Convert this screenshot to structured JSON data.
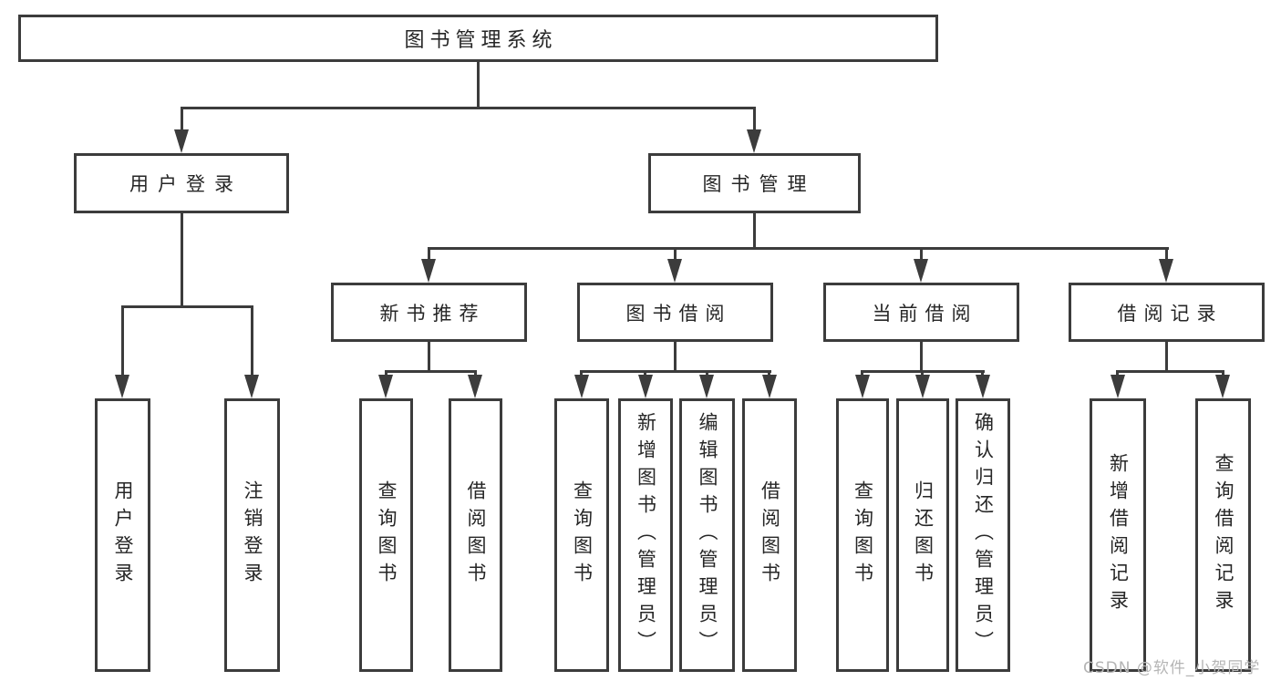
{
  "colors": {
    "line": "#3c3c3c",
    "text": "#262626",
    "background": "#ffffff",
    "watermark": "#b5b5b5"
  },
  "tree": {
    "label": "图书管理系统",
    "children": [
      {
        "label": "用户登录",
        "children": [
          {
            "label": "用户登录"
          },
          {
            "label": "注销登录"
          }
        ]
      },
      {
        "label": "图书管理",
        "children": [
          {
            "label": "新书推荐",
            "children": [
              {
                "label": "查询图书"
              },
              {
                "label": "借阅图书"
              }
            ]
          },
          {
            "label": "图书借阅",
            "children": [
              {
                "label": "查询图书"
              },
              {
                "label": "新增图书（管理员）"
              },
              {
                "label": "编辑图书（管理员）"
              },
              {
                "label": "借阅图书"
              }
            ]
          },
          {
            "label": "当前借阅",
            "children": [
              {
                "label": "查询图书"
              },
              {
                "label": "归还图书"
              },
              {
                "label": "确认归还（管理员）"
              }
            ]
          },
          {
            "label": "借阅记录",
            "children": [
              {
                "label": "新增借阅记录"
              },
              {
                "label": "查询借阅记录"
              }
            ]
          }
        ]
      }
    ]
  },
  "watermark": {
    "text": "CSDN @软件_小贺同学"
  }
}
